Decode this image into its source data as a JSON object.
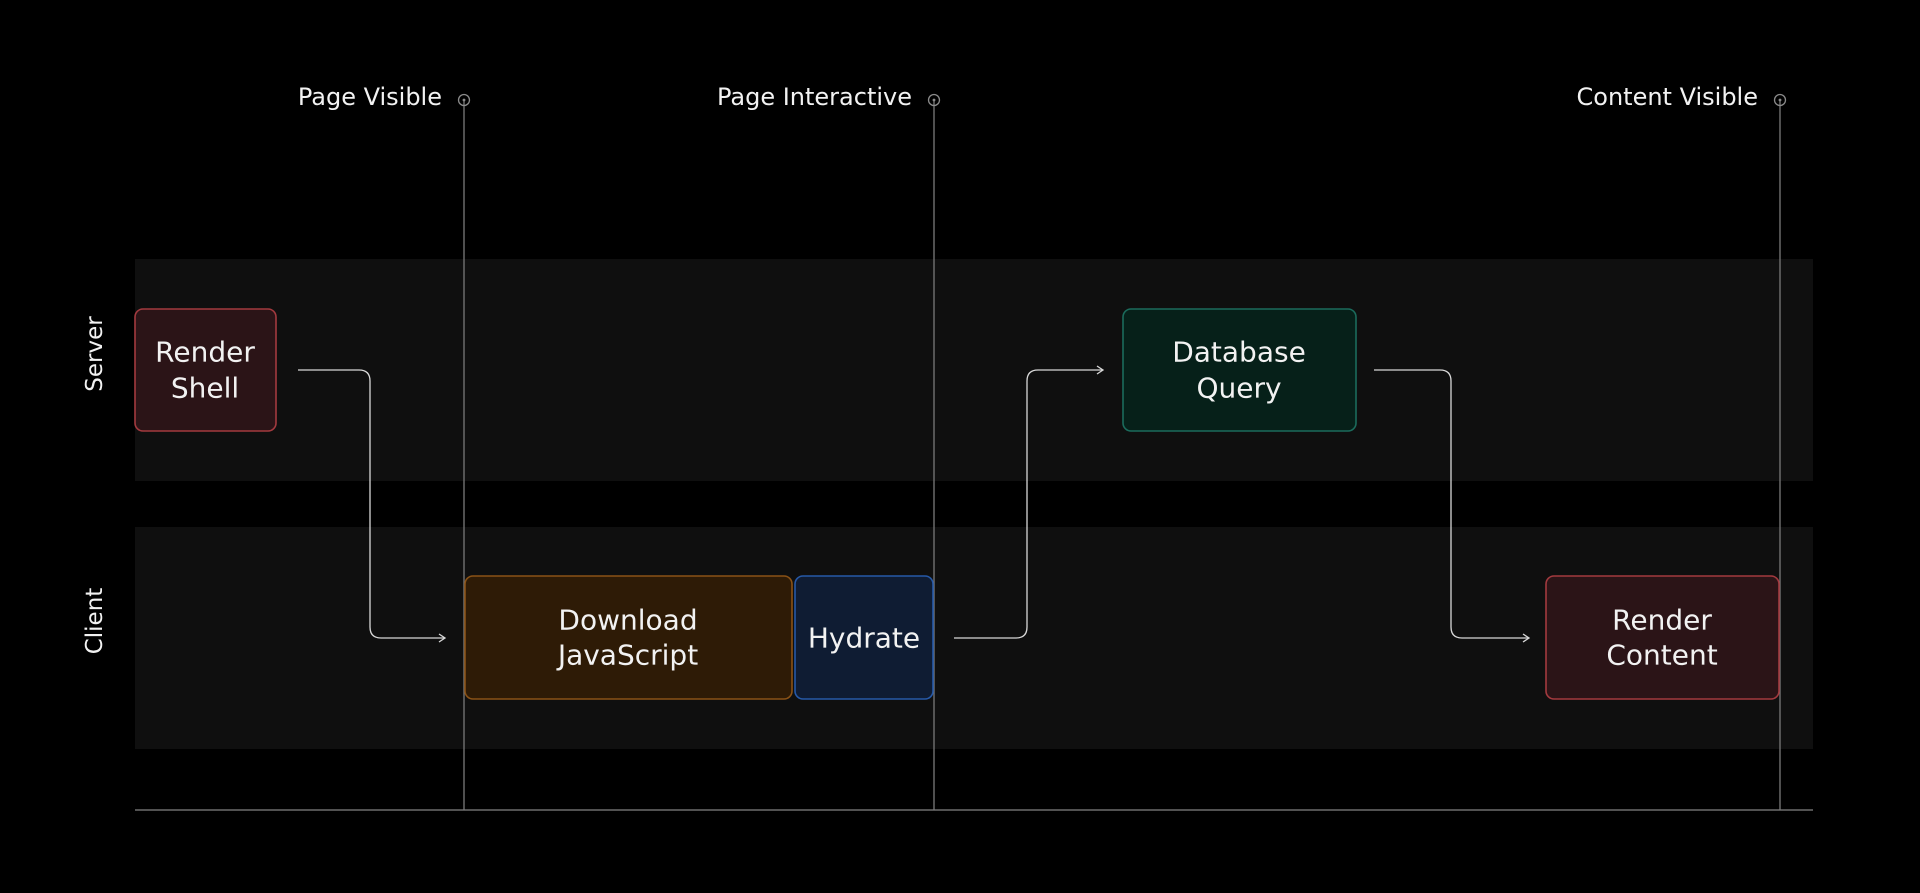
{
  "diagram": {
    "markers": [
      {
        "id": "page-visible",
        "label": "Page Visible"
      },
      {
        "id": "page-interactive",
        "label": "Page Interactive"
      },
      {
        "id": "content-visible",
        "label": "Content Visible"
      }
    ],
    "lanes": [
      {
        "id": "server",
        "label": "Server"
      },
      {
        "id": "client",
        "label": "Client"
      }
    ],
    "steps": [
      {
        "id": "render-shell",
        "lane": "server",
        "lines": [
          "Render",
          "Shell"
        ],
        "fill": "#2b1417",
        "stroke": "#a33a3f"
      },
      {
        "id": "download-javascript",
        "lane": "client",
        "lines": [
          "Download",
          "JavaScript"
        ],
        "fill": "#2e1b06",
        "stroke": "#8a5216"
      },
      {
        "id": "hydrate",
        "lane": "client",
        "lines": [
          "Hydrate"
        ],
        "fill": "#0f1c33",
        "stroke": "#2659a8"
      },
      {
        "id": "database-query",
        "lane": "server",
        "lines": [
          "Database",
          "Query"
        ],
        "fill": "#062019",
        "stroke": "#1b6b5c"
      },
      {
        "id": "render-content",
        "lane": "client",
        "lines": [
          "Render",
          "Content"
        ],
        "fill": "#2b1417",
        "stroke": "#a33a3f"
      }
    ],
    "flow": [
      {
        "from": "render-shell",
        "to": "download-javascript"
      },
      {
        "from": "hydrate",
        "to": "database-query"
      },
      {
        "from": "database-query",
        "to": "render-content"
      }
    ]
  }
}
